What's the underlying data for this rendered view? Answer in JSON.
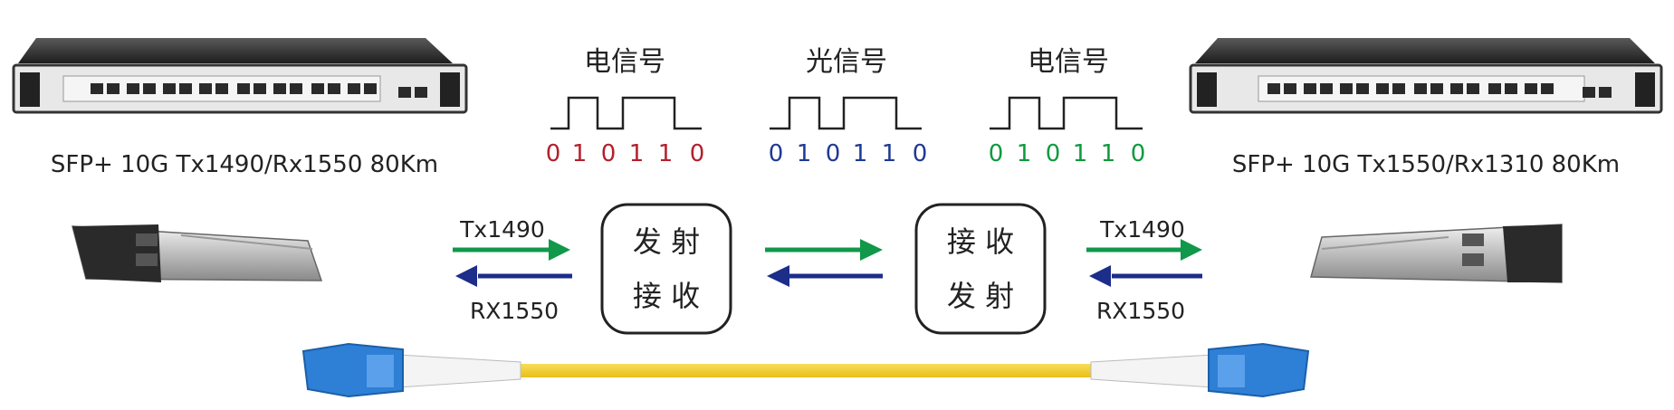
{
  "signals": [
    {
      "title": "电信号",
      "bits": [
        "0",
        "1",
        "0",
        "1",
        "1",
        "0"
      ],
      "color": "#b3202c"
    },
    {
      "title": "光信号",
      "bits": [
        "0",
        "1",
        "0",
        "1",
        "1",
        "0"
      ],
      "color": "#1f3a93"
    },
    {
      "title": "电信号",
      "bits": [
        "0",
        "1",
        "0",
        "1",
        "1",
        "0"
      ],
      "color": "#0e9a3e"
    }
  ],
  "left_module": {
    "label": "SFP+ 10G Tx1490/Rx1550 80Km",
    "tx": "Tx1490",
    "rx": "RX1550"
  },
  "right_module": {
    "label": "SFP+ 10G Tx1550/Rx1310 80Km",
    "tx": "Tx1490",
    "rx": "RX1550"
  },
  "left_box": {
    "line1": "发 射",
    "line2": "接 收"
  },
  "right_box": {
    "line1": "接 收",
    "line2": "发 射"
  },
  "colors": {
    "tx_arrow": "#11984a",
    "rx_arrow": "#1c2d8a",
    "fiber": "#f2cf2e",
    "connector": "#2e7fd6"
  }
}
